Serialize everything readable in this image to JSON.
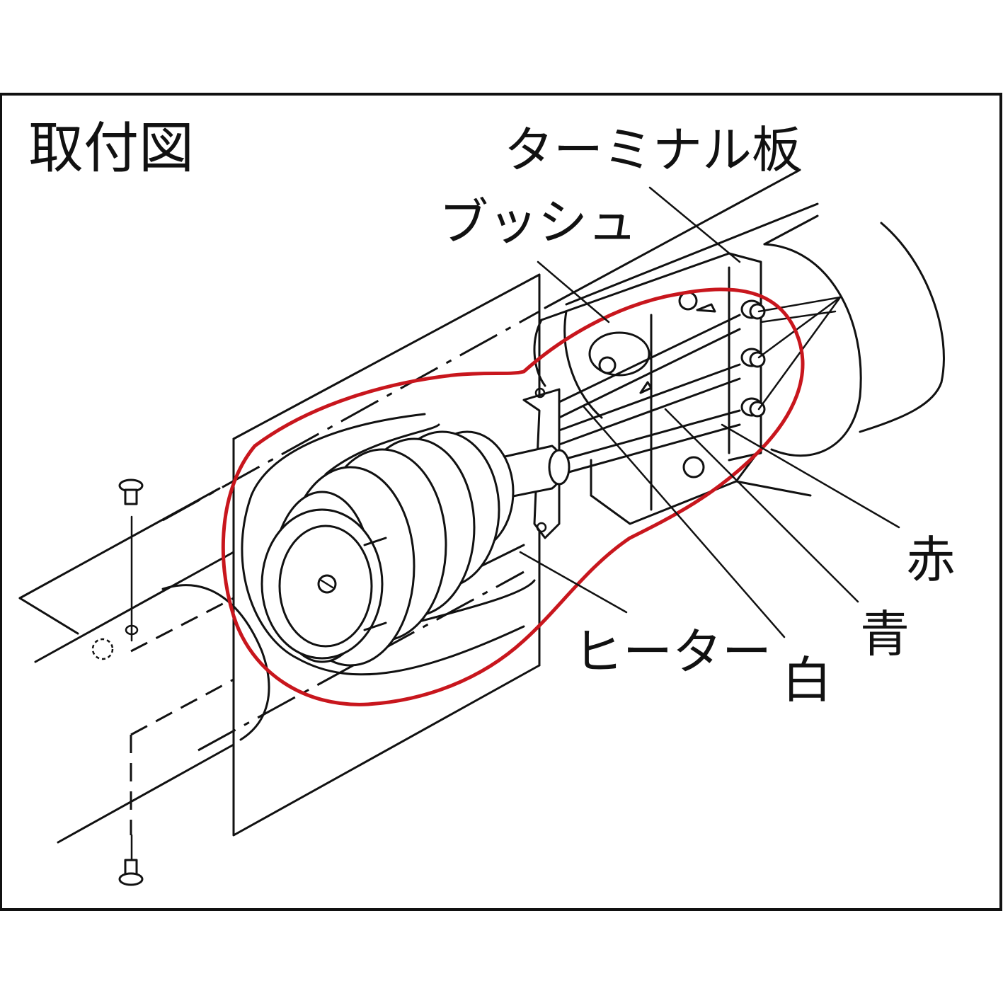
{
  "title": "取付図",
  "labels": {
    "terminal_plate": "ターミナル板",
    "bush": "ブッシュ",
    "heater": "ヒーター",
    "red": "赤",
    "blue": "青",
    "white": "白"
  },
  "colors": {
    "highlight": "#c8161d",
    "line": "#111111",
    "background": "#ffffff"
  }
}
